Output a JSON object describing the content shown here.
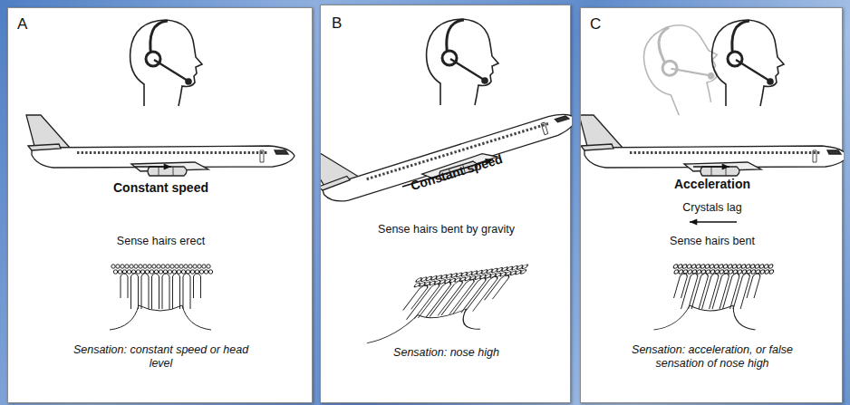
{
  "diagram": {
    "nodes": [
      {
        "text": [
          "A",
          "Constant speed",
          "Sense hairs erect",
          "Sensation: constant speed or head level"
        ]
      },
      {
        "text": [
          "B",
          "Constant speed",
          "Sense hairs bent by gravity",
          "Sensation: nose high"
        ]
      },
      {
        "text": [
          "C",
          "Acceleration",
          "Crystals lag",
          "Sense hairs bent",
          "Sensation: acceleration, or false sensation of nose high"
        ]
      }
    ]
  }
}
